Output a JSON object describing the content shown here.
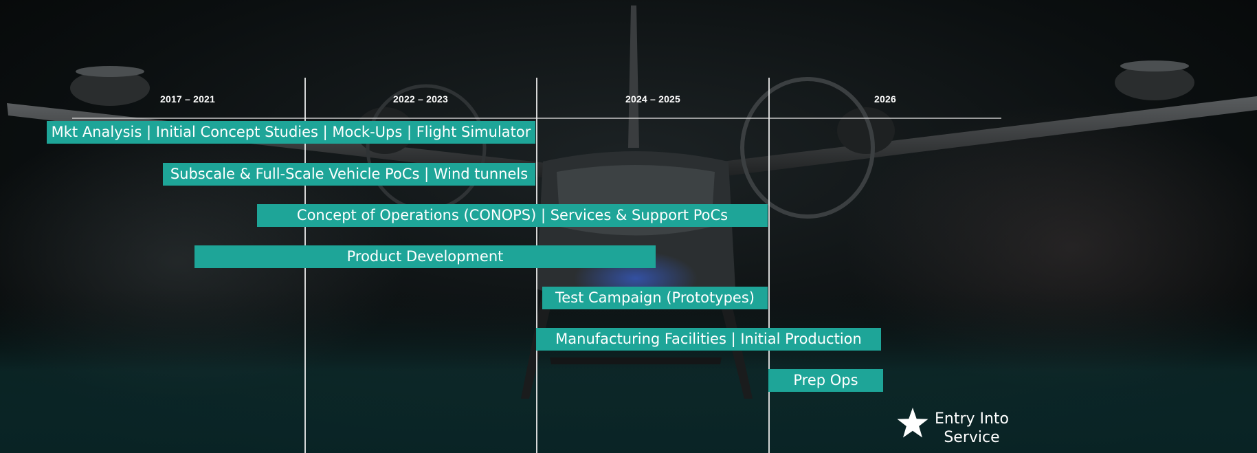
{
  "timeline": {
    "periods": [
      "2017 – 2021",
      "2022 – 2023",
      "2024 – 2025",
      "2026"
    ],
    "tasks": [
      "Mkt Analysis | Initial Concept Studies | Mock-Ups | Flight Simulator",
      "Subscale & Full-Scale Vehicle PoCs | Wind tunnels",
      "Concept of Operations (CONOPS) | Services & Support PoCs",
      "Product Development",
      "Test Campaign (Prototypes)",
      "Manufacturing Facilities | Initial Production",
      "Prep Ops"
    ],
    "milestone": {
      "icon": "star-icon",
      "label": "Entry Into Service"
    }
  },
  "colors": {
    "bar": "#1ea598",
    "background": "#06090a",
    "grid_lines": "#ebebeb",
    "text": "#ffffff"
  },
  "background_image": "dark hangar with eVTOL aircraft, front view, fog"
}
